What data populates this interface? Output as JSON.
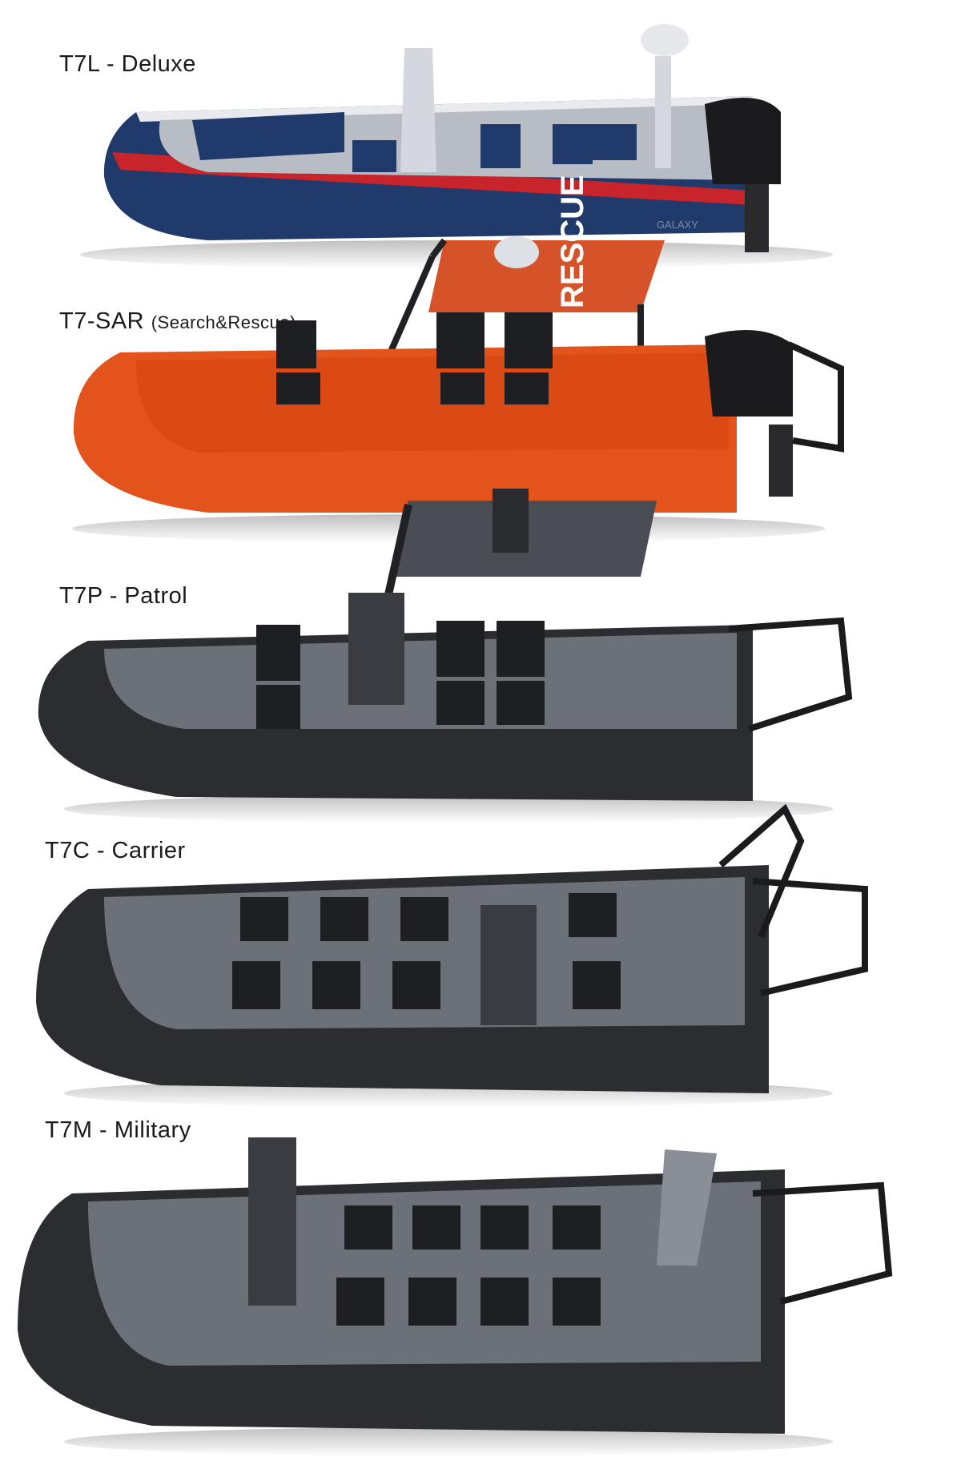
{
  "models": [
    {
      "name": "T7L - Deluxe",
      "sub": ""
    },
    {
      "name": "T7-SAR",
      "sub": "(Search&Rescue)"
    },
    {
      "name": "T7P - Patrol",
      "sub": ""
    },
    {
      "name": "T7C - Carrier",
      "sub": ""
    },
    {
      "name": "T7M - Military",
      "sub": ""
    }
  ],
  "hull_text": {
    "rescue": "RESCUE",
    "brand": "GALAXY"
  },
  "colors": {
    "deluxe_hull": "#1f3a6b",
    "deluxe_stripe": "#c8242b",
    "sar_hull": "#e2541b",
    "dark_hull": "#2c2d31",
    "deck": "#6b7079",
    "seat": "#1e1f22"
  }
}
